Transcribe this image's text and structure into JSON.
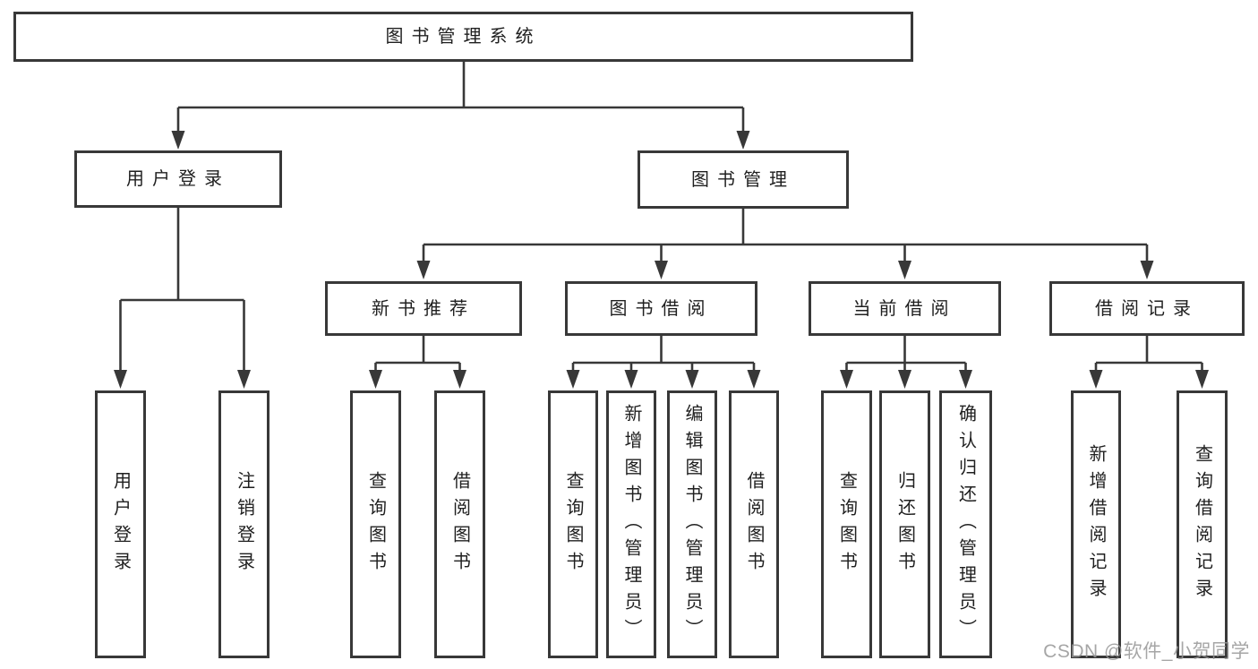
{
  "colors": {
    "line": "#383838",
    "text": "#1f1f1f",
    "watermark": "#969696",
    "background": "#ffffff"
  },
  "diagram": {
    "root": {
      "label": "图书管理系统"
    },
    "branches": [
      {
        "label": "用户登录",
        "children": [
          {
            "label": "用户登录"
          },
          {
            "label": "注销登录"
          }
        ]
      },
      {
        "label": "图书管理",
        "children": [
          {
            "label": "新书推荐",
            "children": [
              {
                "label": "查询图书"
              },
              {
                "label": "借阅图书"
              }
            ]
          },
          {
            "label": "图书借阅",
            "children": [
              {
                "label": "查询图书"
              },
              {
                "label": "新增图书（管理员）"
              },
              {
                "label": "编辑图书（管理员）"
              },
              {
                "label": "借阅图书"
              }
            ]
          },
          {
            "label": "当前借阅",
            "children": [
              {
                "label": "查询图书"
              },
              {
                "label": "归还图书"
              },
              {
                "label": "确认归还（管理员）"
              }
            ]
          },
          {
            "label": "借阅记录",
            "children": [
              {
                "label": "新增借阅记录"
              },
              {
                "label": "查询借阅记录"
              }
            ]
          }
        ]
      }
    ]
  },
  "watermark": {
    "text": "CSDN @软件_小贺同学"
  }
}
